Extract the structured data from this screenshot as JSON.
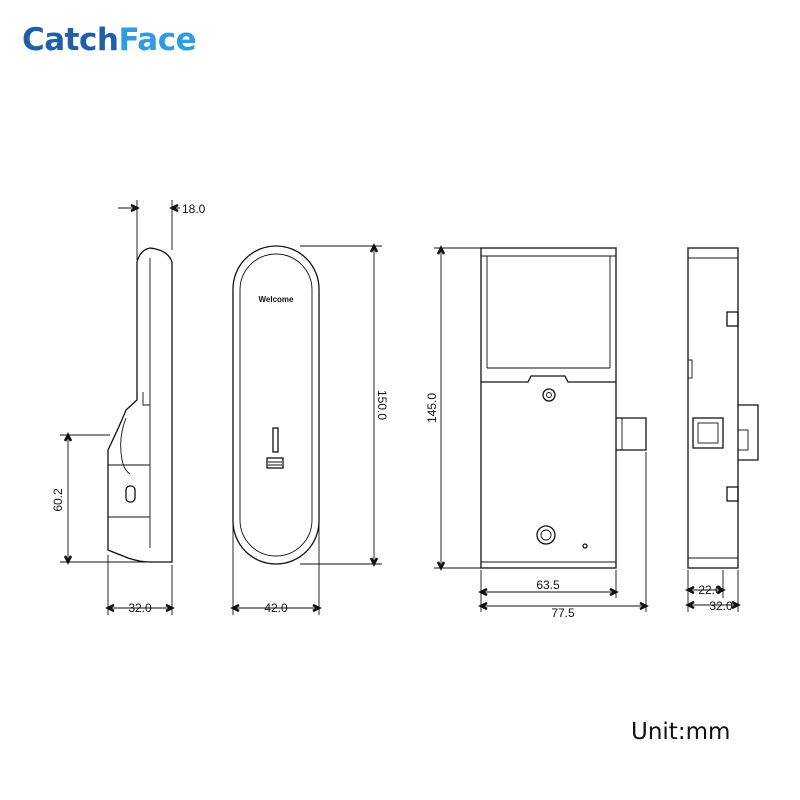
{
  "brand": {
    "part1": "Catch",
    "part2": "Face",
    "color1": "#1f5fa8",
    "color2": "#2f9be0"
  },
  "unit_label": "Unit:mm",
  "front_label": "Welcome",
  "dimensions": {
    "side_top_depth": "18.0",
    "side_height": "60.2",
    "side_width": "32.0",
    "front_height": "150.0",
    "front_width": "42.0",
    "back_height": "145.0",
    "back_inner_width": "63.5",
    "back_outer_width": "77.5",
    "right_inner_width": "22.0",
    "right_outer_width": "32.0"
  }
}
